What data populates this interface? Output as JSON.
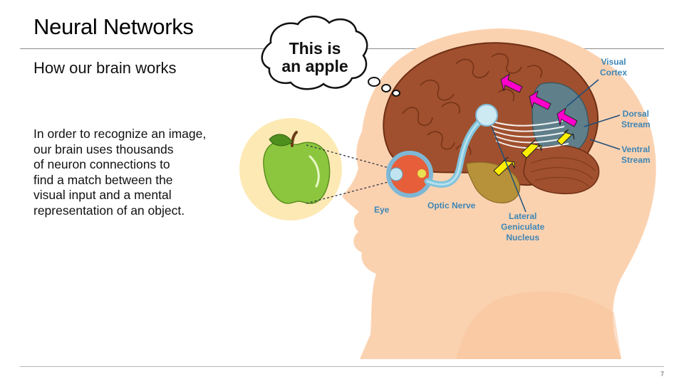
{
  "slide": {
    "title": "Neural Networks",
    "subtitle": "How our brain works",
    "body_lines": [
      "In order to recognize an image,",
      "our brain uses thousands",
      "of neuron connections to",
      "find a match between the",
      "visual input and a mental",
      "representation of an object."
    ],
    "page_number": "7"
  },
  "illustration": {
    "thought_bubble_lines": [
      "This is",
      "an apple"
    ],
    "labels": {
      "visual_cortex": [
        "Visual",
        "Cortex"
      ],
      "dorsal_stream": [
        "Dorsal",
        "Stream"
      ],
      "ventral_stream": [
        "Ventral",
        "Stream"
      ],
      "eye": "Eye",
      "optic_nerve": "Optic Nerve",
      "lgn": [
        "Lateral",
        "Geniculate",
        "Nucleus"
      ]
    },
    "colors": {
      "label_blue": "#3d86b5",
      "head_skin": "#fbd2b0",
      "brain": "#a0502e",
      "apple": "#8cc63f",
      "dorsal_arrow": "#ff00cc",
      "ventral_arrow": "#ffee00"
    }
  }
}
